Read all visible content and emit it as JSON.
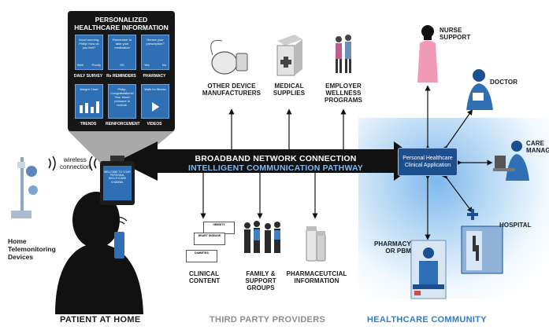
{
  "panel": {
    "title_line1": "PERSONALIZED",
    "title_line2": "HEALTHCARE INFORMATION",
    "tiles": [
      {
        "text": "Good morning, Philip! How do you feel?",
        "options": [
          "Well",
          "Poorly"
        ],
        "caption": "DAILY SURVEY"
      },
      {
        "text": "Remember to take your medication",
        "options": [
          "OK"
        ],
        "caption": "Rx REMINDERS"
      },
      {
        "text": "Renew your prescription?",
        "options": [
          "Yes",
          "No"
        ],
        "caption": "PHARMACY"
      },
      {
        "text": "Weight Chart",
        "options": [],
        "caption": "TRENDS"
      },
      {
        "text": "Philip, Congratulations! Your blood pressure is normal.",
        "options": [],
        "caption": "REINFORCEMENT"
      },
      {
        "text": "Walk for fitness",
        "options": [],
        "caption": "VIDEOS"
      }
    ]
  },
  "tablet": {
    "screen_text": "WELCOME TO YOUR PERSONAL HEALTHCARE CHANNEL"
  },
  "band": {
    "line1": "BROADBAND NETWORK CONNECTION",
    "line2": "INTELLIGENT COMMUNICATION PATHWAY"
  },
  "app_box": {
    "line1": "Personal Healthcare",
    "line2": "Clinical Application"
  },
  "wireless": {
    "line1": "wireless",
    "line2": "connection"
  },
  "devices": {
    "line1": "Home",
    "line2": "Telemonitoring",
    "line3": "Devices"
  },
  "top_providers": [
    {
      "lines": [
        "OTHER DEVICE",
        "MANUFACTURERS"
      ]
    },
    {
      "lines": [
        "MEDICAL",
        "SUPPLIES"
      ]
    },
    {
      "lines": [
        "EMPLOYER",
        "WELLNESS",
        "PROGRAMS"
      ]
    }
  ],
  "bottom_providers": [
    {
      "lines": [
        "CLINICAL",
        "CONTENT"
      ],
      "docs": [
        "OBESITY",
        "HEART DISEASE",
        "DIABETES"
      ]
    },
    {
      "lines": [
        "FAMILY &",
        "SUPPORT",
        "GROUPS"
      ]
    },
    {
      "lines": [
        "PHARMACEUTCIAL",
        "INFORMATION"
      ]
    }
  ],
  "community": {
    "nurse": {
      "lines": [
        "NURSE",
        "SUPPORT"
      ]
    },
    "doctor": "DOCTOR",
    "care": "CARE MANAG",
    "hospital": "HOSPITAL",
    "pharmacy": {
      "lines": [
        "PHARMACY",
        "or PBM"
      ]
    }
  },
  "footers": {
    "patient": "PATIENT AT HOME",
    "third_party": "THIRD PARTY PROVIDERS",
    "community": "HEALTHCARE COMMUNITY"
  },
  "colors": {
    "band": "#111111",
    "accent_blue": "#2f6fb3",
    "community_blue": "#2b7fd0",
    "nurse_pink": "#f19ab5",
    "third_party_gray": "#8c8c8c"
  }
}
